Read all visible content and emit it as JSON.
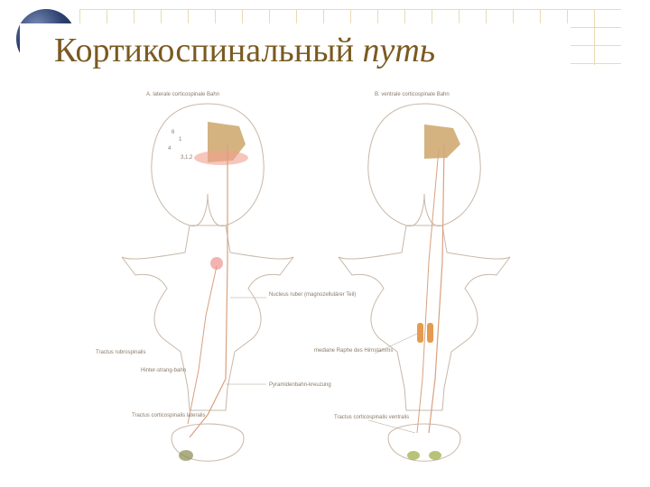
{
  "slide": {
    "title_regular": "Кортикоспинальный",
    "title_italic": "путь"
  },
  "panels": {
    "left": {
      "heading": "A. laterale corticospinale Bahn",
      "region_labels": [
        "1",
        "4",
        "3,1,2",
        "6"
      ],
      "labels": [
        "Nucleus ruber (magnozellulärer Teil)",
        "Tractus rubrospinalis",
        "Hinter-strang-bahn",
        "Pyramidenbahn-kreuzung",
        "Tractus corticospinalis lateralis"
      ]
    },
    "right": {
      "heading": "B. ventrale corticospinale Bahn",
      "labels": [
        "mediane Raphe des Hirnstamms",
        "Tractus corticospinalis ventralis"
      ]
    }
  },
  "colors": {
    "title": "#7a5a20",
    "cortex_fill": "#c9a060",
    "tract": "#d9a080",
    "outline": "#c8b8a8"
  }
}
